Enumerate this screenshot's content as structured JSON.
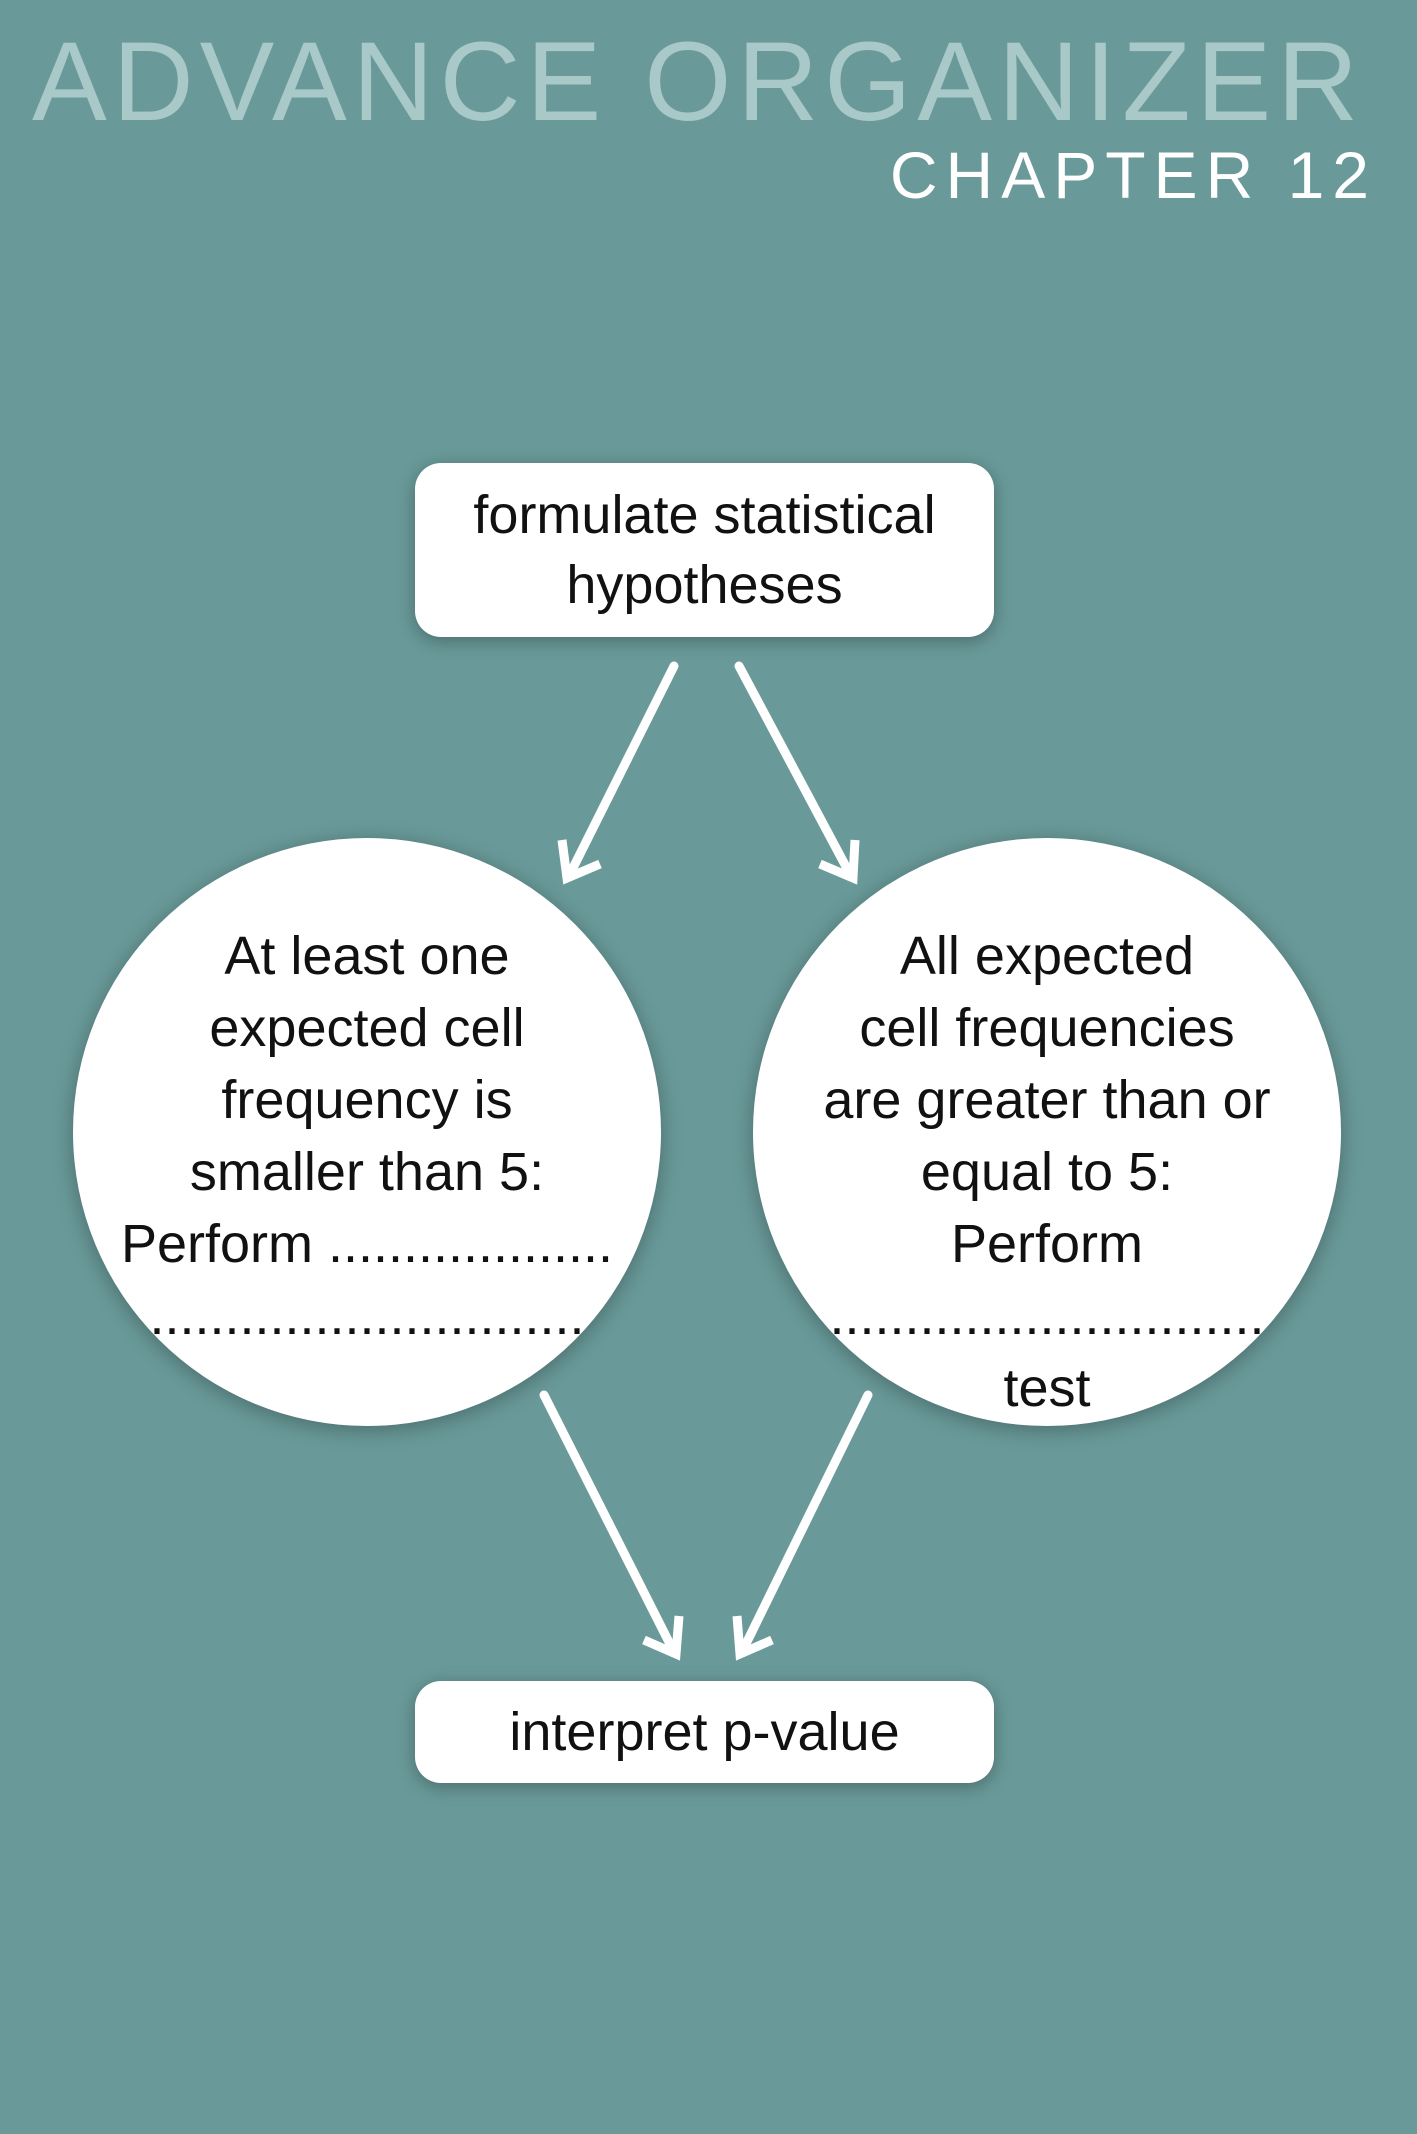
{
  "header": {
    "title": "ADVANCE ORGANIZER",
    "chapter": "CHAPTER 12"
  },
  "colors": {
    "background": "#699a99",
    "title": "#a9c8c8",
    "node": "#ffffff",
    "arrow": "#ffffff"
  },
  "nodes": {
    "top": {
      "lines": [
        "formulate statistical",
        "hypotheses"
      ]
    },
    "left": {
      "lines": [
        "At least one",
        "expected cell",
        "frequency is",
        "smaller than 5:",
        "Perform ...................",
        ".............................",
        ""
      ]
    },
    "right": {
      "lines": [
        "All expected",
        "cell frequencies",
        "are greater than or",
        "equal to 5:",
        "Perform",
        ".............................",
        "test"
      ]
    },
    "bottom": {
      "label": "interpret p-value"
    }
  }
}
